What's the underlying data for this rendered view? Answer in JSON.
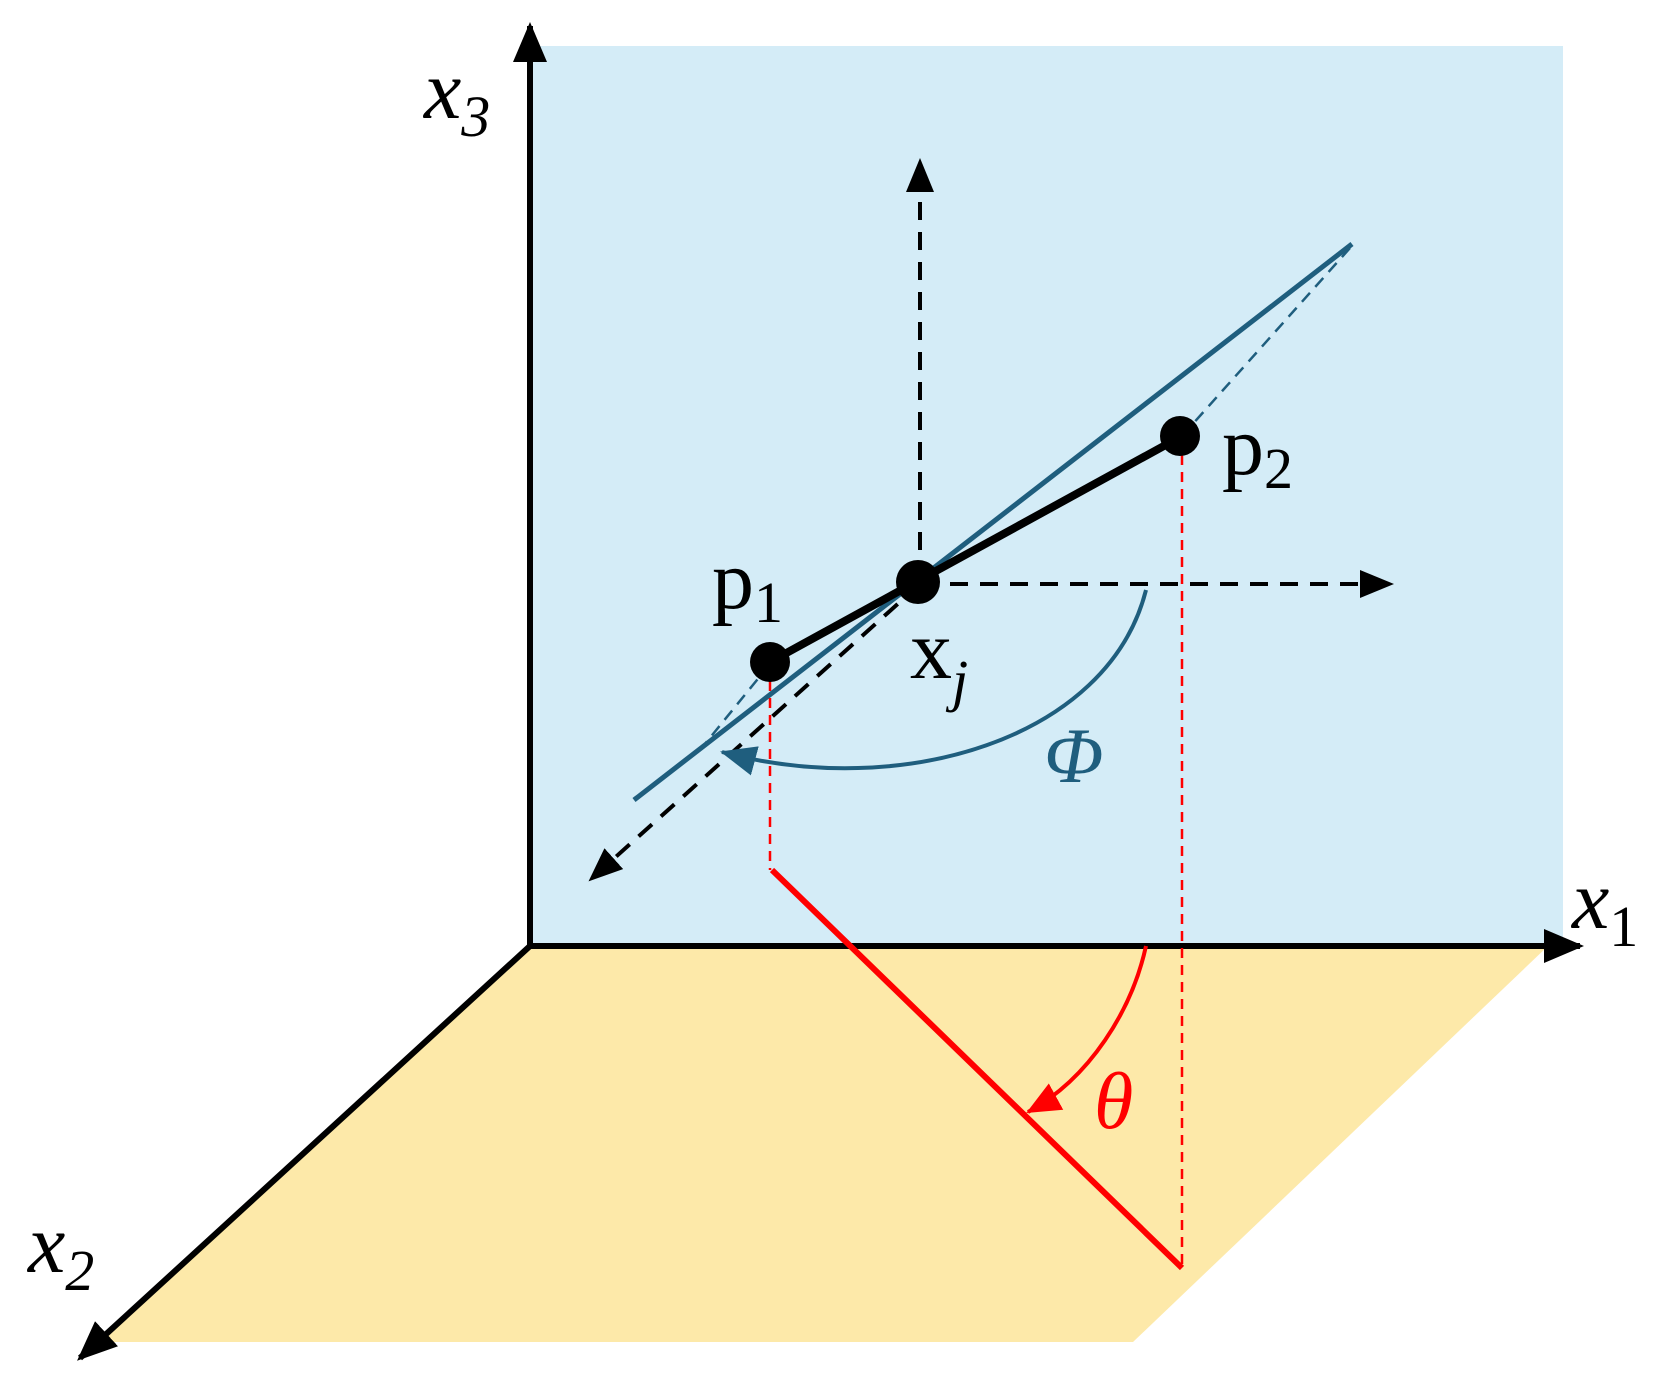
{
  "labels": {
    "axis_x1_main": "x",
    "axis_x1_sub": "1",
    "axis_x2_main": "x",
    "axis_x2_sub": "2",
    "axis_x3_main": "x",
    "axis_x3_sub": "3",
    "point_p1_main": "p",
    "point_p1_sub": "1",
    "point_p2_main": "p",
    "point_p2_sub": "2",
    "point_xj_main": "x",
    "point_xj_sub": "j",
    "angle_phi": "Φ",
    "angle_theta": "θ"
  },
  "colors": {
    "vertical_plane": "#d4ecf7",
    "horizontal_plane": "#fde9a9",
    "axis": "#000000",
    "fitted_line": "#1f5e7e",
    "projection": "#ff0000"
  }
}
